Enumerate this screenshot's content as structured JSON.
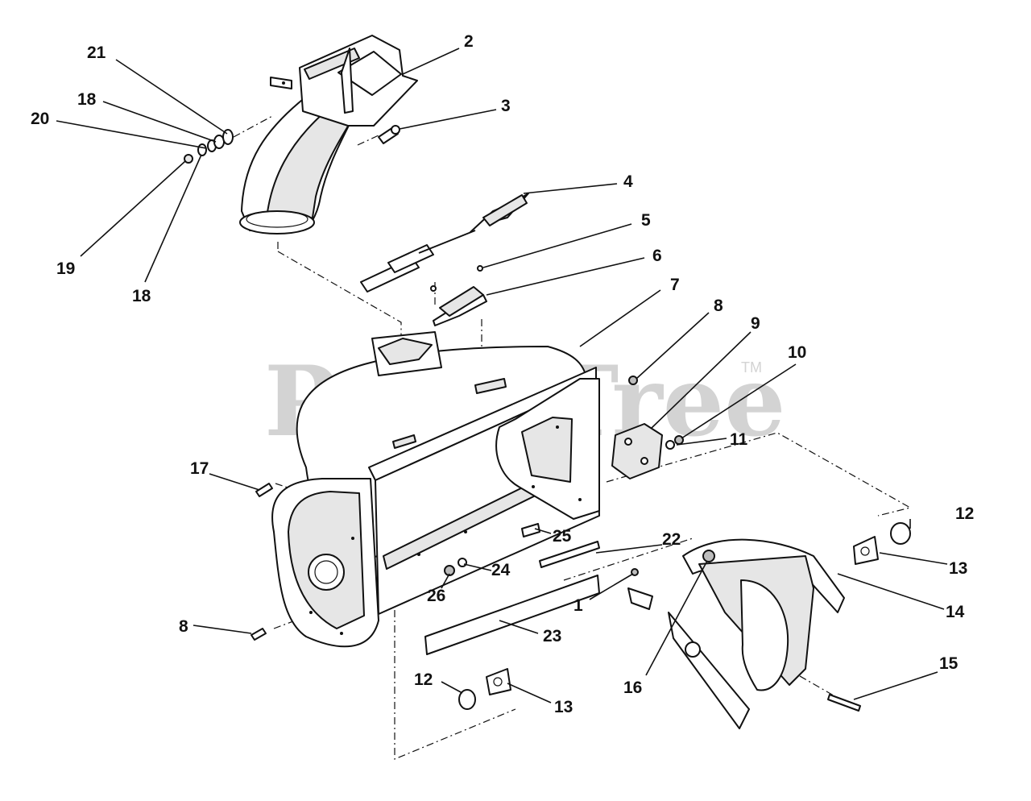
{
  "watermark": {
    "text": "PartsTree",
    "tm": "TM"
  },
  "callouts": {
    "c1": "1",
    "c2": "2",
    "c3": "3",
    "c4": "4",
    "c5": "5",
    "c6": "6",
    "c7": "7",
    "c8a": "8",
    "c8b": "8",
    "c9": "9",
    "c10": "10",
    "c11": "11",
    "c12a": "12",
    "c12b": "12",
    "c13a": "13",
    "c13b": "13",
    "c14": "14",
    "c15": "15",
    "c16": "16",
    "c17": "17",
    "c18a": "18",
    "c18b": "18",
    "c19": "19",
    "c20": "20",
    "c21": "21",
    "c22": "22",
    "c23": "23",
    "c24": "24",
    "c25": "25",
    "c26": "26"
  }
}
